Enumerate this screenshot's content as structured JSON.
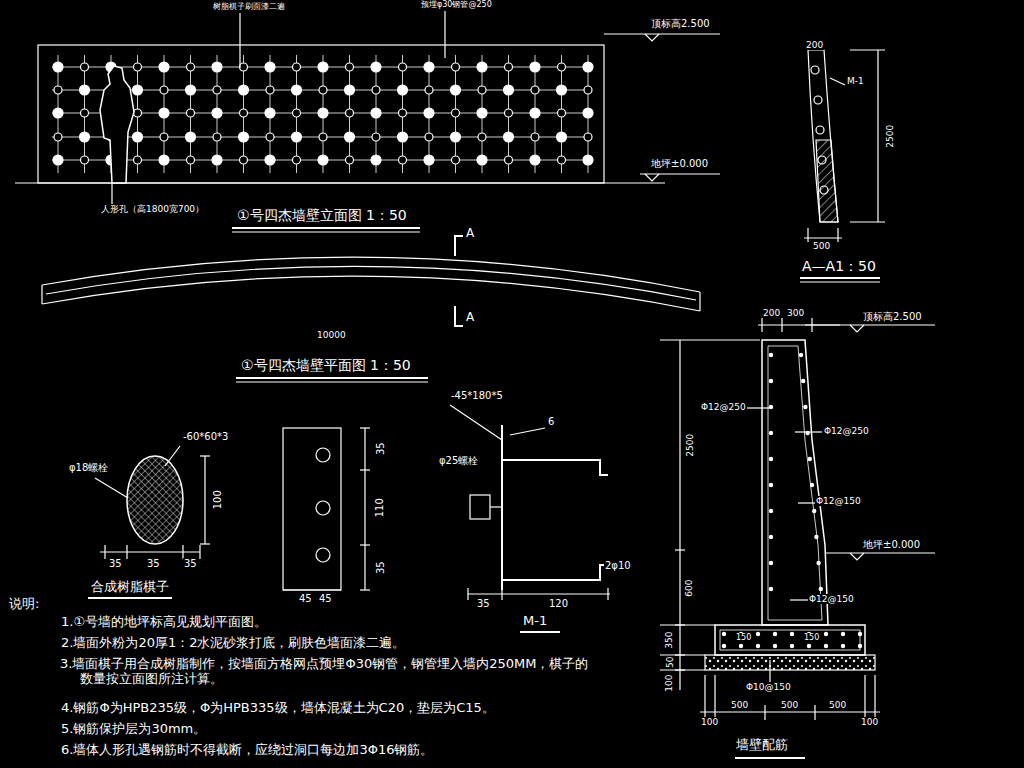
{
  "diagram": {
    "labels": [
      "树脂棋子刷面漆二遍",
      "预埋φ30钢管@250",
      "顶标高2.500",
      "地坪±0.000",
      "人形孔（高1800宽700）",
      "①号四杰墙壁立面图 1：50",
      "200",
      "M-1",
      "2500",
      "500",
      "A—A1：50",
      "A",
      "A",
      "10000",
      "①号四杰墙壁平面图 1：50",
      "-60*60*3",
      "φ18螺栓",
      "100",
      "35",
      "35",
      "35",
      "合成树脂棋子",
      "35",
      "110",
      "35",
      "45",
      "45",
      "-45*180*5",
      "6",
      "φ25螺栓",
      "2φ10",
      "35",
      "120",
      "M-1",
      "200",
      "300",
      "顶标高2.500",
      "Φ12@250",
      "2500",
      "Φ12@250",
      "Φ12@150",
      "地坪±0.000",
      "Φ12@150",
      "600",
      "350",
      "150",
      "150",
      "50",
      "100",
      "Φ10@150",
      "100",
      "500",
      "500",
      "500",
      "100",
      "墙壁配筋",
      "说明:",
      "1.①号墙的地坪标高见规划平面图。",
      "2.墙面外粉为20厚1：2水泥砂浆打底，刷肤色墙面漆二遍。",
      "3.墙面棋子用合成树脂制作，按墙面方格网点预埋Φ30钢管，钢管埋入墙内250MM，棋子的数量按立面图所注计算。",
      "4.钢筋Φ为HPB235级，Φ为HPB335级，墙体混凝土为C20，垫层为C15。",
      "5.钢筋保护层为30mm。",
      "6.墙体人形孔遇钢筋时不得截断，应绕过洞口每边加3Φ16钢筋。"
    ]
  }
}
